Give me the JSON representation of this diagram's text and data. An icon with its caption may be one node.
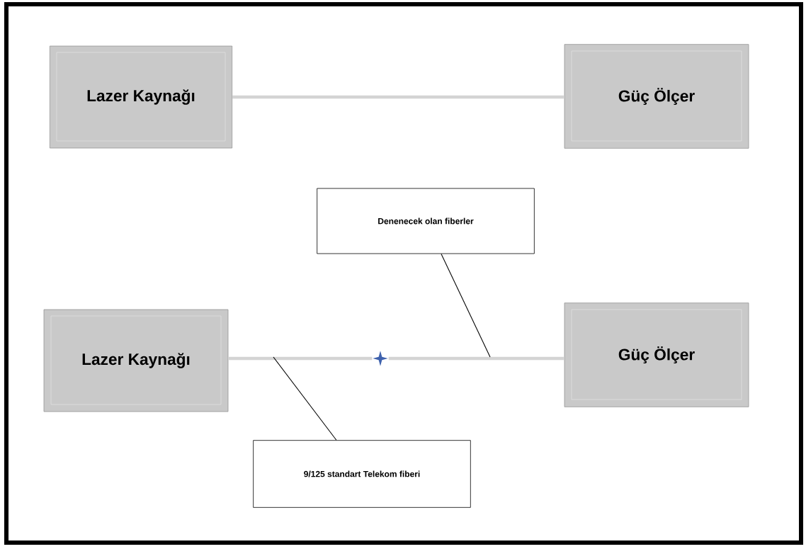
{
  "diagram": {
    "nodes": [
      {
        "text": [
          "Lazer Kaynağı"
        ]
      },
      {
        "text": [
          "Güç Ölçer"
        ]
      },
      {
        "text": [
          "Lazer Kaynağı"
        ]
      },
      {
        "text": [
          "Güç Ölçer"
        ]
      },
      {
        "text": [
          "Denenecek olan fiberler"
        ]
      },
      {
        "text": [
          "9/125 standart Telekom fiberi"
        ]
      },
      {
        "text": [],
        "shape": "star"
      }
    ],
    "edges": [
      {
        "from": 0,
        "to": 1,
        "arrow": "none"
      },
      {
        "from": 2,
        "to": 6,
        "arrow": "none"
      },
      {
        "from": 6,
        "to": 3,
        "arrow": "none"
      },
      {
        "from": 4,
        "to": null,
        "arrow": "none",
        "color": "#000000"
      },
      {
        "from": 5,
        "to": null,
        "arrow": "none",
        "color": "#000000"
      }
    ]
  }
}
